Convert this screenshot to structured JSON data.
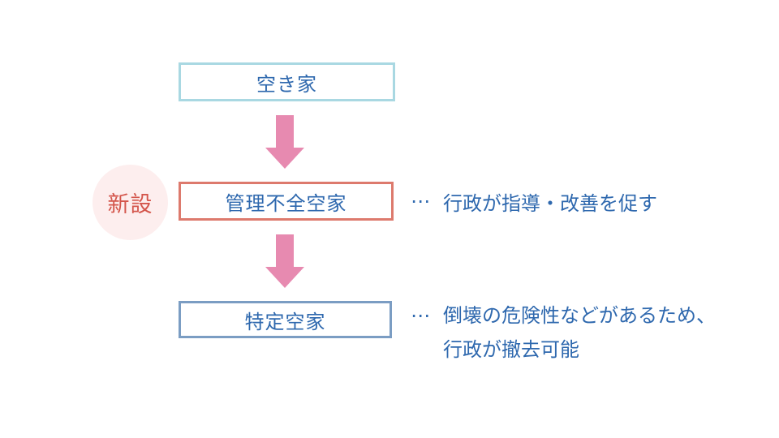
{
  "flowchart": {
    "badge": {
      "label": "新設"
    },
    "top_box": {
      "label": "空き家"
    },
    "middle_box": {
      "label": "管理不全空家"
    },
    "middle_note": {
      "dots": "⋯",
      "text": "行政が指導・改善を促す"
    },
    "bottom_box": {
      "label": "特定空家"
    },
    "bottom_note": {
      "dots": "⋯",
      "line1": "倒壊の危険性などがあるため、",
      "line2": "行政が撤去可能"
    },
    "colors": {
      "top_box_border": "#a9d8e2",
      "middle_box_border": "#dd7a6d",
      "bottom_box_border": "#7b9dc3",
      "text_blue": "#2e68ae",
      "arrow_pink": "#e78ab0",
      "badge_background": "#fdeeee",
      "badge_text": "#d4564c",
      "background": "#ffffff"
    }
  }
}
